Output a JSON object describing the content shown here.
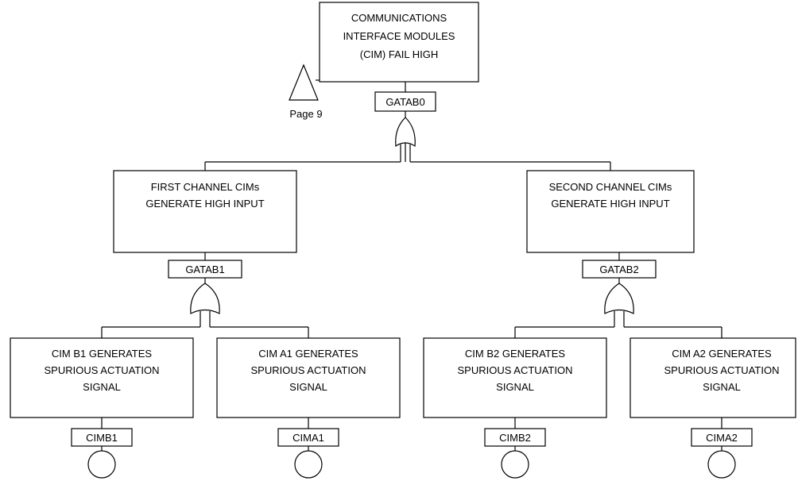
{
  "top_event": {
    "lines": [
      "COMMUNICATIONS",
      "INTERFACE MODULES",
      "(CIM) FAIL HIGH"
    ],
    "gate_label": "GATAB0",
    "gate_type": "or",
    "transfer_text": "Page 9"
  },
  "middle_events": [
    {
      "lines": [
        "FIRST CHANNEL CIMs",
        "GENERATE HIGH INPUT"
      ],
      "gate_label": "GATAB1",
      "gate_type": "or"
    },
    {
      "lines": [
        "SECOND CHANNEL CIMs",
        "GENERATE HIGH INPUT"
      ],
      "gate_label": "GATAB2",
      "gate_type": "or"
    }
  ],
  "basic_events": [
    {
      "lines": [
        "CIM B1 GENERATES",
        "SPURIOUS ACTUATION",
        "SIGNAL"
      ],
      "label": "CIMB1"
    },
    {
      "lines": [
        "CIM A1 GENERATES",
        "SPURIOUS ACTUATION",
        "SIGNAL"
      ],
      "label": "CIMA1"
    },
    {
      "lines": [
        "CIM B2 GENERATES",
        "SPURIOUS ACTUATION",
        "SIGNAL"
      ],
      "label": "CIMB2"
    },
    {
      "lines": [
        "CIM A2 GENERATES",
        "SPURIOUS ACTUATION",
        "SIGNAL"
      ],
      "label": "CIMA2"
    }
  ]
}
